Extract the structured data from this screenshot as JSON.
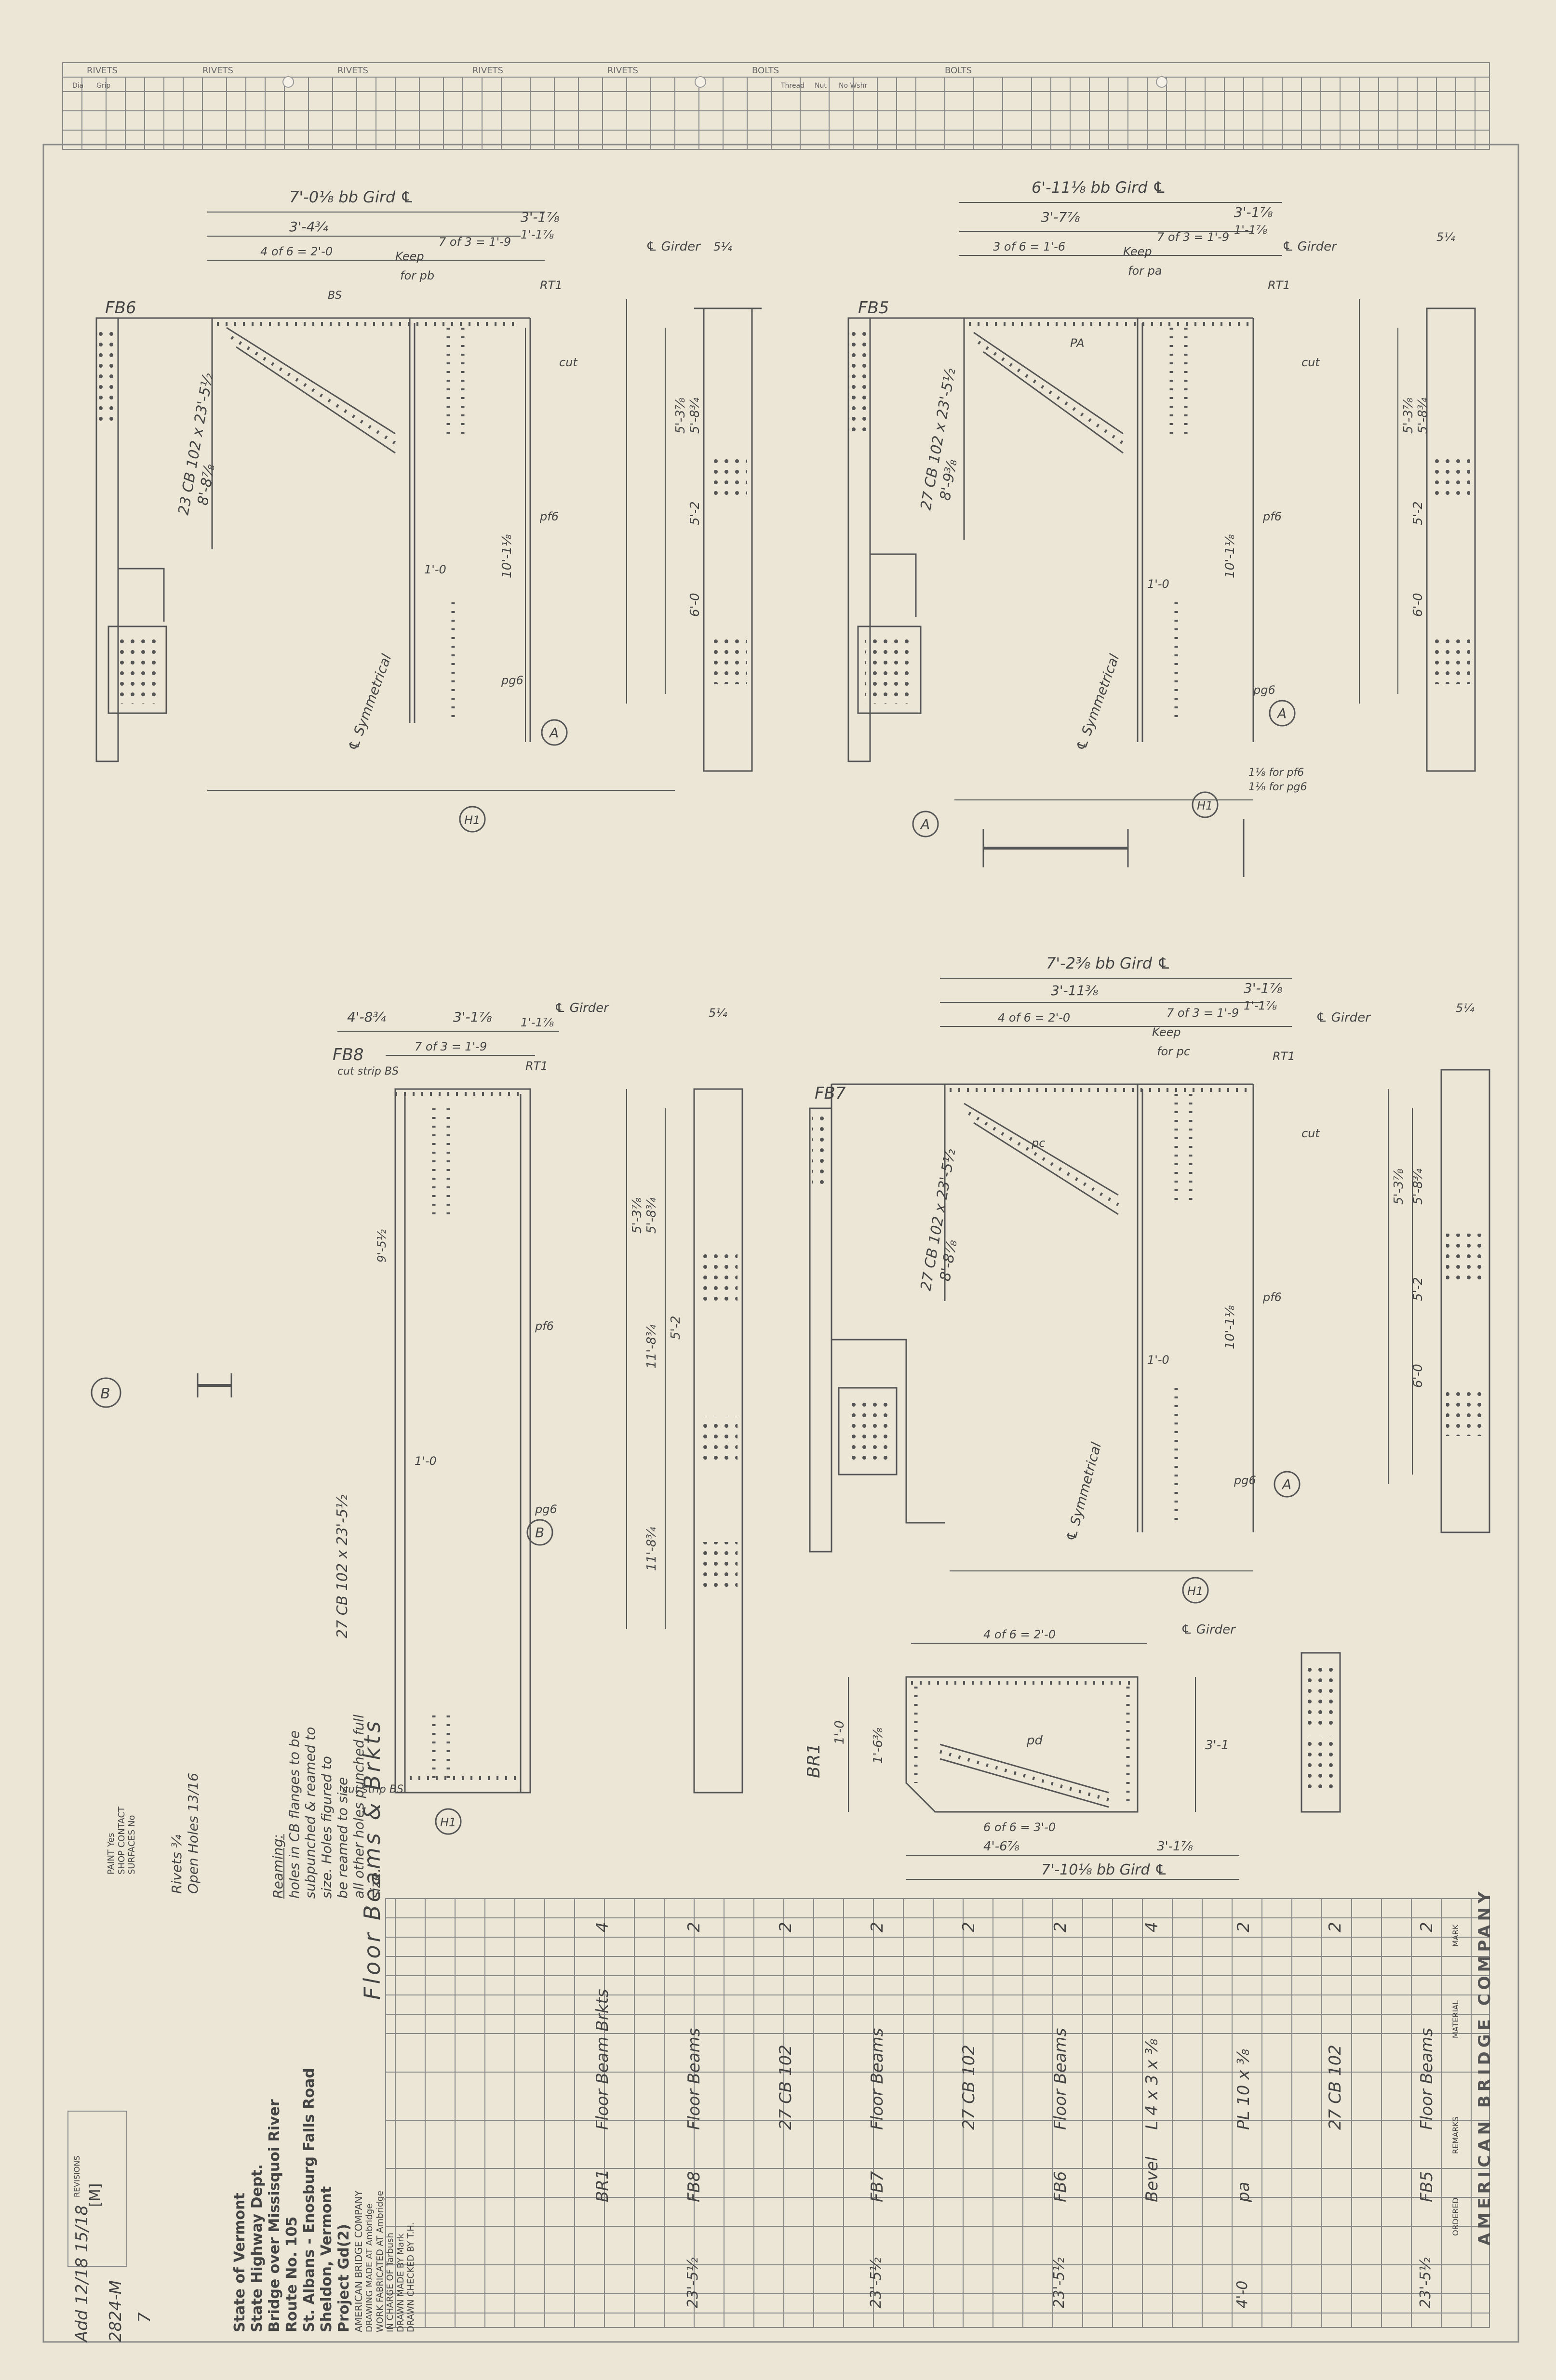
{
  "header": {
    "rivets_label": "RIVETS",
    "bolts_label": "BOLTS",
    "col_dia": "Dia",
    "col_grip": "Grip",
    "col_thread": "Thread",
    "col_nut": "Nut",
    "col_no_wshr": "No Wshr"
  },
  "views": {
    "fb6": {
      "mark": "FB6",
      "bb_gird": "7'-0⅛ bb Gird ℄",
      "dim_left": "3'-4¾",
      "dim_right": "3'-1⅞",
      "dim_sub": "1'-1⅞",
      "spacing": "4 of 6 = 2'-0",
      "keep": "Keep",
      "for_pb": "for pb",
      "seven": "7 of 3 = 1'-9",
      "section": "23 CB 102 x 23'-5½",
      "depth": "8'-8⅞",
      "girder": "℄ Girder",
      "symmetrical": "℄ Symmetrical",
      "cut": "cut",
      "bs": "BS",
      "sub1": "5'-3⅞",
      "sub2": "5'-8¾",
      "sub3": "10'-1⅛",
      "sub4": "6'-0",
      "sub5": "5'-2",
      "one_ft": "1'-0",
      "pf": "pf6",
      "pg": "pg6",
      "callout": "A",
      "callout2": "H1",
      "rt": "RT1",
      "width": "5¼"
    },
    "fb5": {
      "mark": "FB5",
      "bb_gird": "6'-11⅛ bb Gird ℄",
      "dim_left": "3'-7⅞",
      "dim_right": "3'-1⅞",
      "dim_sub": "1'-1⅞",
      "spacing": "3 of 6 = 1'-6",
      "keep": "Keep",
      "for_pa": "for pa",
      "seven": "7 of 3 = 1'-9",
      "section": "27 CB 102 x 23'-5½",
      "depth": "8'-9⅜",
      "girder": "℄ Girder",
      "symmetrical": "℄ Symmetrical",
      "cut": "cut",
      "pa": "PA",
      "sub1": "5'-3⅞",
      "sub2": "5'-8¾",
      "sub3": "10'-1⅛",
      "sub4": "6'-0",
      "sub5": "5'-2",
      "one_ft": "1'-0",
      "pf": "pf6",
      "pg": "pg6",
      "callout": "A",
      "callout2": "H1",
      "for_pf6": "1⅛ for pf6",
      "for_pg6": "1⅛ for pg6",
      "rt": "RT1",
      "width": "5¼"
    },
    "fb8": {
      "mark": "FB8",
      "dim_left": "4'-8¾",
      "dim_right": "3'-1⅞",
      "dim_sub": "1'-1⅞",
      "seven": "7 of 3 = 1'-9",
      "section": "27 CB 102 x 23'-5½",
      "cut_strip": "cut strip BS",
      "girder": "℄ Girder",
      "sub1": "5'-3⅞",
      "sub2": "5'-8¾",
      "sub3": "11'-8¾",
      "sub4": "5'-2",
      "sub5": "11'-8¾",
      "one_ft": "1'-0",
      "pf": "pf6",
      "pg": "pg6",
      "callout": "B",
      "callout2": "H1",
      "rt": "RT1",
      "width": "5¼",
      "nine": "9'-5½"
    },
    "fb7": {
      "mark": "FB7",
      "bb_gird": "7'-2⅜ bb Gird ℄",
      "dim_left": "3'-11⅜",
      "dim_right": "3'-1⅞",
      "dim_sub": "1'-1⅞",
      "spacing": "4 of 6 = 2'-0",
      "keep": "Keep",
      "for_pc": "for pc",
      "seven": "7 of 3 = 1'-9",
      "section": "27 CB 102 x 23'-5½",
      "depth": "8'-8⅞",
      "girder": "℄ Girder",
      "symmetrical": "℄ Symmetrical",
      "cut": "cut",
      "pc": "pc",
      "sub1": "5'-3⅞",
      "sub2": "5'-8¾",
      "sub3": "10'-1⅛",
      "sub4": "6'-0",
      "sub5": "5'-2",
      "one_ft": "1'-0",
      "pf": "pf6",
      "pg": "pg6",
      "callout": "A",
      "callout2": "H1",
      "rt": "RT1",
      "width": "5¼"
    },
    "br1": {
      "mark": "BR1",
      "girder": "℄ Girder",
      "spacing": "4 of 6 = 2'-0",
      "dim_top": "1'-0",
      "dim_side": "1'-6⅜",
      "dim_mid": "3'-1",
      "six": "6 of 6 = 3'-0",
      "dim_a": "4'-6⅞",
      "dim_b": "3'-1⅞",
      "bb_gird": "7'-10⅛ bb Gird ℄",
      "pd": "pd"
    },
    "section_b": "B"
  },
  "notes": {
    "reaming_title": "Reaming:",
    "reaming_lines": [
      "holes in CB flanges to be",
      "subpunched & reamed to",
      "size. Holes figured to",
      "be reamed to size",
      "all other holes punched full",
      "size."
    ],
    "rivets": "Rivets ¾",
    "open_holes": "Open Holes 13/16"
  },
  "title": {
    "main": "Floor Beams & Brkts",
    "state": "State of Vermont",
    "dept": "State Highway Dept.",
    "bridge": "Bridge over Missisquoi River",
    "route": "Route No. 105",
    "road": "St. Albans - Enosburg Falls Road",
    "town": "Sheldon, Vermont",
    "project": "Project Gd(2)",
    "drawing_made": "DRAWING MADE AT Ambridge",
    "fabricated": "WORK FABRICATED AT Ambridge",
    "in_charge": "IN CHARGE OF Tarbush",
    "drawn": "DRAWN MADE BY Mark",
    "checked": "DRAWN CHECKED BY T.H.",
    "company_small": "AMERICAN BRIDGE COMPANY",
    "order_no": "2824-M",
    "sheet_no": "7",
    "revisions": "REVISIONS",
    "paint": "PAINT Yes",
    "shop_contact": "SHOP CONTACT",
    "surfaces": "SURFACES No",
    "date_line": "Add 12/18 15/18",
    "mark_code": "[M]"
  },
  "bom": {
    "company": "AMERICAN BRIDGE COMPANY",
    "headers": [
      "MARK",
      "MATERIAL",
      "REMARKS",
      "ORDERED"
    ],
    "rows": [
      {
        "qty": "2",
        "desc": "Floor Beams",
        "mark": "FB5",
        "ord": "23'-5½"
      },
      {
        "qty": "2",
        "desc": "27 CB 102",
        "mark": "",
        "ord": ""
      },
      {
        "qty": "2",
        "desc": "PL 10 x ⅜",
        "mark": "pa",
        "ord": "4'-0"
      },
      {
        "qty": "4",
        "desc": "L 4 x 3 x ⅜",
        "mark": "Bevel",
        "ord": ""
      },
      {
        "qty": "2",
        "desc": "Floor Beams",
        "mark": "FB6",
        "ord": "23'-5½"
      },
      {
        "qty": "2",
        "desc": "27 CB 102",
        "mark": "",
        "ord": ""
      },
      {
        "qty": "2",
        "desc": "Floor Beams",
        "mark": "FB7",
        "ord": "23'-5½"
      },
      {
        "qty": "2",
        "desc": "27 CB 102",
        "mark": "",
        "ord": ""
      },
      {
        "qty": "2",
        "desc": "Floor Beams",
        "mark": "FB8",
        "ord": "23'-5½"
      },
      {
        "qty": "4",
        "desc": "Floor Beam Brkts",
        "mark": "BR1",
        "ord": ""
      }
    ]
  }
}
